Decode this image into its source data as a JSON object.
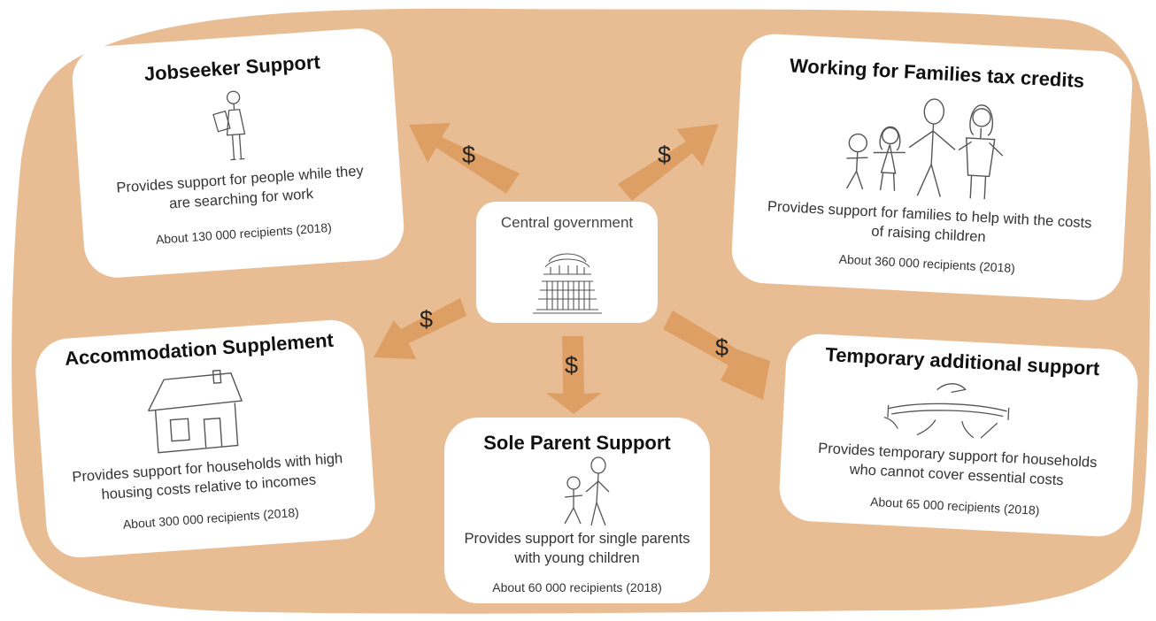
{
  "center": {
    "label": "Central government",
    "icon": "beehive-building-icon"
  },
  "arrow_label": "$",
  "cards": {
    "jobseeker": {
      "title": "Jobseeker Support",
      "description": "Provides support for people while they are searching for work",
      "recipients": "About 130 000 recipients (2018)",
      "icon": "person-with-clipboard-icon"
    },
    "families": {
      "title": "Working for Families tax credits",
      "description": "Provides support for families to help with the costs of raising children",
      "recipients": "About 360 000 recipients (2018)",
      "icon": "family-icon"
    },
    "accommodation": {
      "title": "Accommodation Supplement",
      "description": "Provides support for households with high housing costs relative to incomes",
      "recipients": "About 300 000 recipients (2018)",
      "icon": "house-icon"
    },
    "sole_parent": {
      "title": "Sole Parent Support",
      "description": "Provides support for single parents with young children",
      "recipients": "About 60 000 recipients (2018)",
      "icon": "parent-and-child-icon"
    },
    "temporary": {
      "title": "Temporary additional support",
      "description": "Provides temporary support for households who cannot cover essential costs",
      "recipients": "About 65 000 recipients (2018)",
      "icon": "bridge-over-gap-icon"
    }
  },
  "colors": {
    "background_blob": "#E8BD94",
    "arrow": "#DE9F65",
    "card": "#FFFFFF"
  }
}
